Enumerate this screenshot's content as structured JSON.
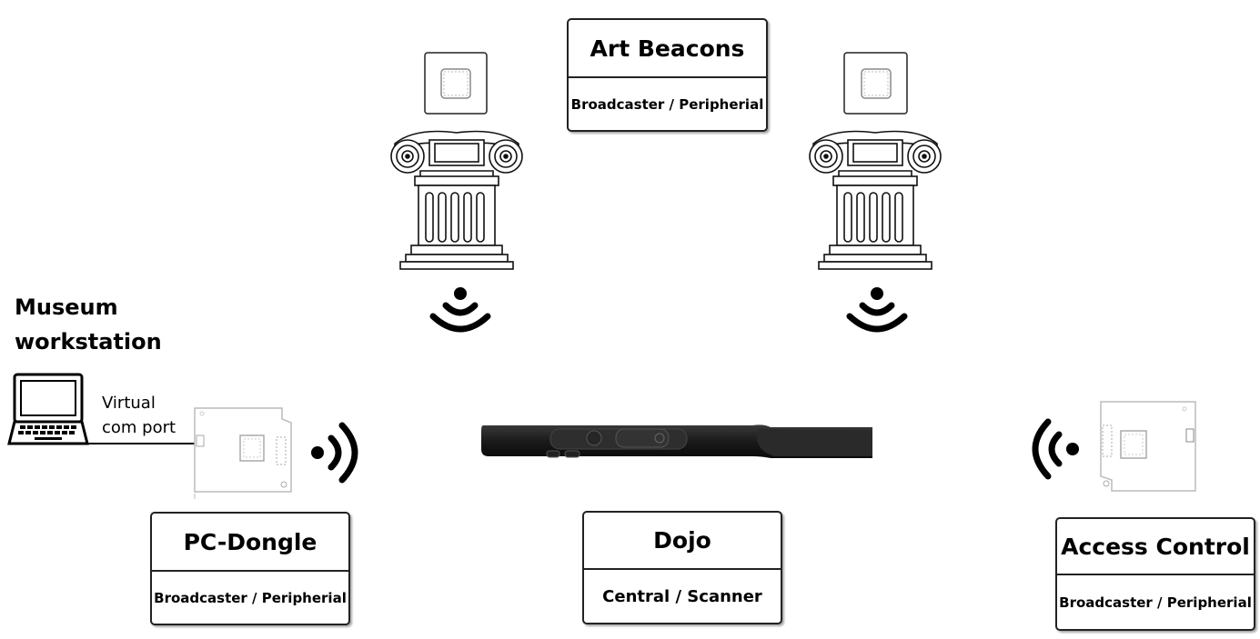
{
  "art_beacons": {
    "title": "Art Beacons",
    "role": "Broadcaster / Peripherial"
  },
  "pc_dongle": {
    "title": "PC-Dongle",
    "role": "Broadcaster / Peripherial"
  },
  "dojo": {
    "title": "Dojo",
    "role": "Central / Scanner"
  },
  "access_control": {
    "title": "Access Control",
    "role": "Broadcaster / Peripherial"
  },
  "workstation": {
    "line1": "Museum",
    "line2": "workstation"
  },
  "connection": {
    "line1": "Virtual",
    "line2": "com port"
  }
}
